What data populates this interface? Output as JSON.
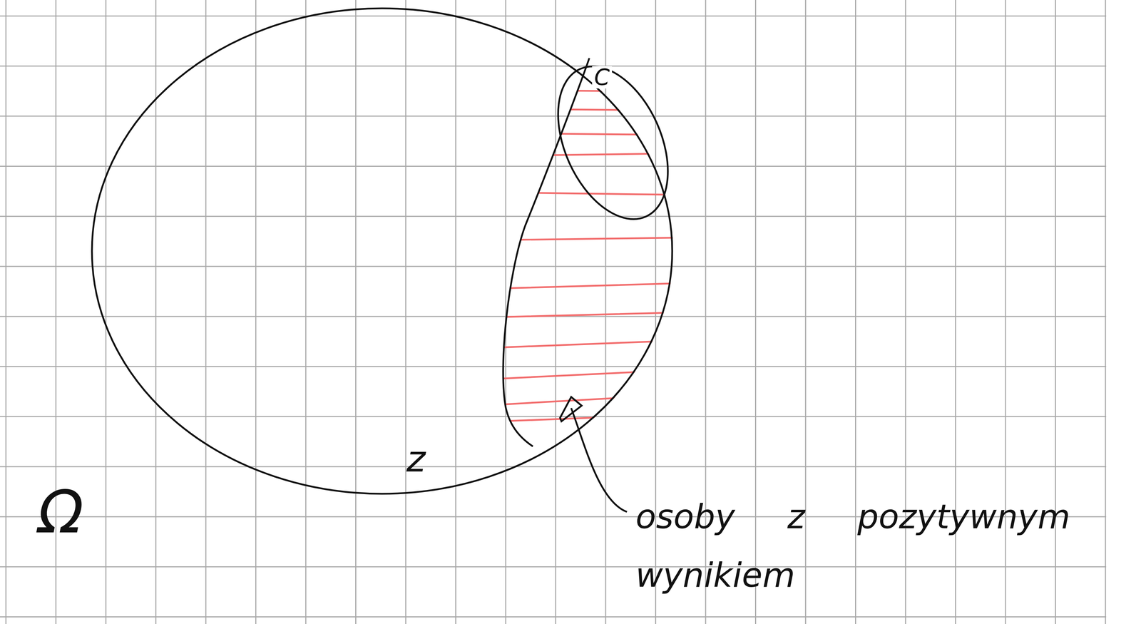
{
  "diagram": {
    "nodes": [
      {
        "text": [
          "z"
        ]
      },
      {
        "text": [
          "C"
        ],
        "in": 0
      }
    ],
    "labels": [
      "Ω",
      "osoby z pozytywnym wynikiem"
    ]
  }
}
